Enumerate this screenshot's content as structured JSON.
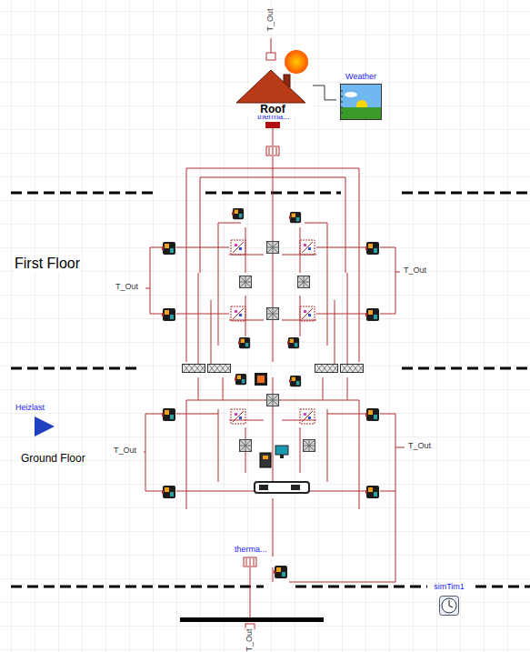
{
  "diagram": {
    "nodes": [
      {
        "text": [
          "Roof"
        ]
      },
      {
        "text": [
          "Weather"
        ]
      },
      {
        "text": [
          "simTim1"
        ]
      }
    ],
    "edges": [
      {
        "from": 0,
        "to": 1,
        "arrow": "none"
      }
    ],
    "labels": [
      "T_Out",
      "therma...",
      "First Floor",
      "T_Out",
      "T_Out",
      "Heizlast",
      "T_Out",
      "Ground Floor",
      "T_Out",
      "therma...",
      "T_Out"
    ]
  }
}
